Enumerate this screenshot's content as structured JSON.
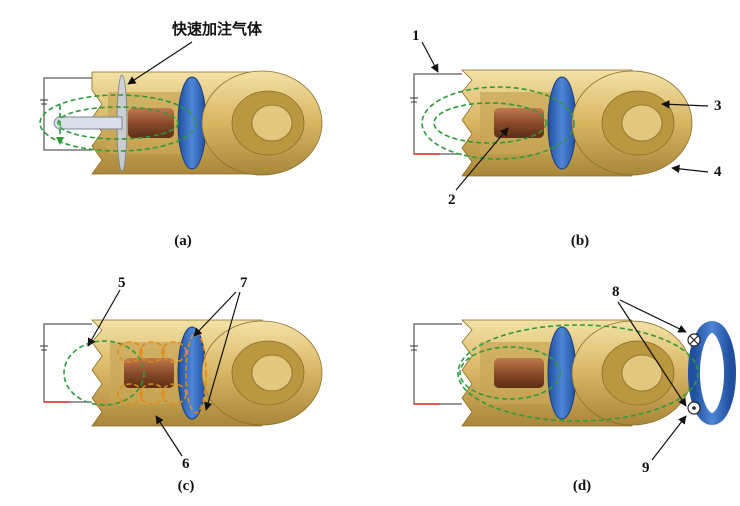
{
  "panels": [
    {
      "id": "a",
      "caption": "(a)"
    },
    {
      "id": "b",
      "caption": "(b)"
    },
    {
      "id": "c",
      "caption": "(c)"
    },
    {
      "id": "d",
      "caption": "(d)"
    }
  ],
  "annotations": {
    "gas_injection": "快速加注气体",
    "n1": "1",
    "n2": "2",
    "n3": "3",
    "n4": "4",
    "n5": "5",
    "n6": "6",
    "n7": "7",
    "n8": "8",
    "n9": "9"
  },
  "colors": {
    "brass": "#d8b562",
    "brass_dark": "#a98a3c",
    "brass_light": "#f1dd9a",
    "ring_blue": "#2f63b5",
    "core_copper": "#8a4a2a",
    "flow_green": "#2e9b3a",
    "flow_orange": "#e38a17"
  }
}
